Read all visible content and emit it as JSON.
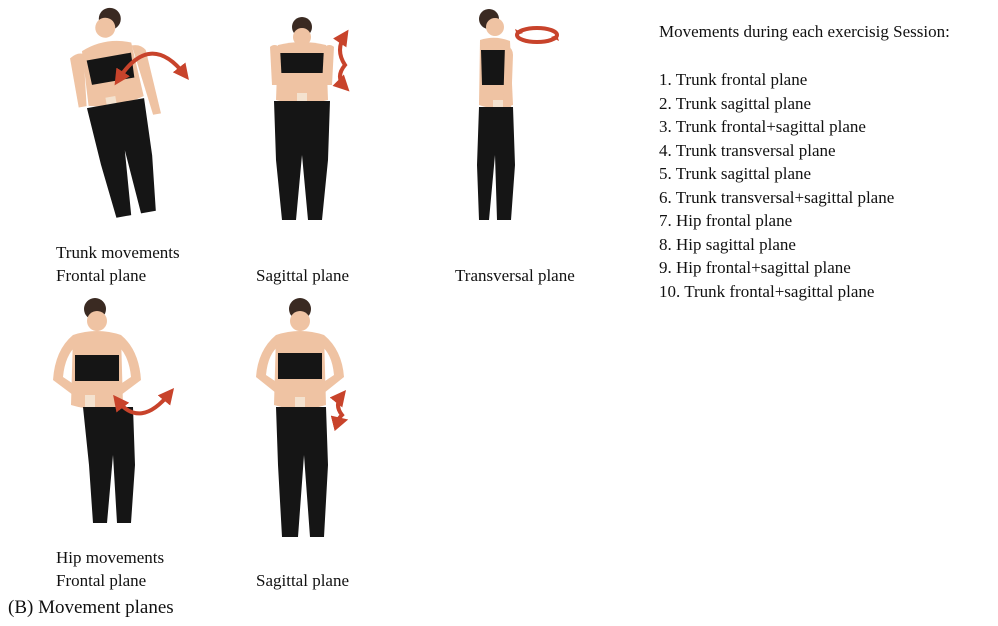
{
  "figures": {
    "trunk_frontal": {
      "caption_line1": "Trunk movements",
      "caption_line2": "Frontal plane"
    },
    "trunk_sagittal": {
      "caption": "Sagittal plane"
    },
    "trunk_transversal": {
      "caption": "Transversal plane"
    },
    "hip_frontal": {
      "caption_line1": "Hip movements",
      "caption_line2": "Frontal plane"
    },
    "hip_sagittal": {
      "caption": "Sagittal plane"
    }
  },
  "session_list": {
    "title": "Movements during each exercisig Session:",
    "items": [
      "1. Trunk frontal plane",
      "2. Trunk sagittal plane",
      "3. Trunk frontal+sagittal plane",
      "4. Trunk transversal plane",
      "5. Trunk sagittal plane",
      "6. Trunk transversal+sagittal plane",
      "7. Hip frontal plane",
      "8. Hip sagittal plane",
      "9. Hip frontal+sagittal plane",
      "10. Trunk frontal+sagittal plane"
    ]
  },
  "footer_label": "(B) Movement planes",
  "colors": {
    "skin": "#efc3a3",
    "clothing": "#151515",
    "hair": "#3a2a22",
    "arrow": "#c8432b"
  }
}
